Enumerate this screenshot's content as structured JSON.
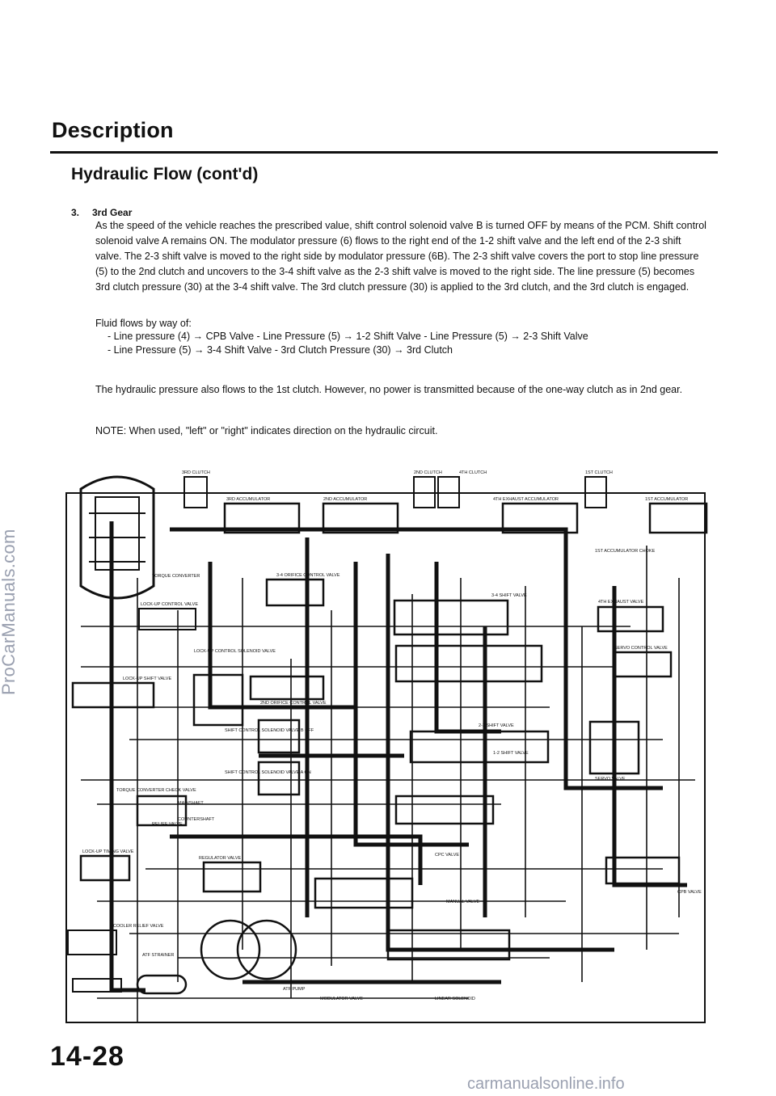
{
  "watermarks": {
    "side": "ProCarManuals.com",
    "bottom": "carmanualsonline.info"
  },
  "header": {
    "title": "Description",
    "subtitle": "Hydraulic Flow (cont'd)"
  },
  "section": {
    "number": "3.",
    "title": "3rd Gear"
  },
  "paragraph1": "As the speed of the vehicle reaches the prescribed value, shift control solenoid valve B is turned OFF by means of the PCM. Shift control solenoid valve A remains ON. The modulator pressure (6) flows to the right end of the 1-2 shift valve and the left end of the 2-3 shift valve. The 2-3 shift valve is moved to the right side by modulator pressure (6B). The 2-3 shift valve covers the port to stop line pressure (5) to the 2nd clutch and uncovers to the 3-4 shift valve as the 2-3 shift valve is moved to the right side. The line pressure (5) becomes 3rd clutch pressure (30) at the 3-4 shift valve. The 3rd clutch pressure (30) is applied to the 3rd clutch, and the 3rd clutch is engaged.",
  "fluid_label": "Fluid flows by way of:",
  "flow_lines": [
    "- Line pressure (4) → CPB Valve - Line Pressure (5) → 1-2 Shift Valve - Line Pressure (5) → 2-3 Shift Valve",
    "- Line Pressure (5) → 3-4 Shift Valve - 3rd Clutch Pressure (30) → 3rd Clutch"
  ],
  "paragraph2": "The hydraulic pressure also flows to the 1st clutch. However, no power is transmitted because of the one-way clutch as in 2nd gear.",
  "note": "NOTE: When used, \"left\" or \"right\" indicates direction on the hydraulic circuit.",
  "diagram_labels": {
    "third_clutch": "3RD CLUTCH",
    "third_accumulator": "3RD ACCUMULATOR",
    "second_clutch": "2ND CLUTCH",
    "fourth_clutch": "4TH CLUTCH",
    "second_accumulator": "2ND ACCUMULATOR",
    "fourth_exhaust_accumulator": "4TH EXHAUST ACCUMULATOR",
    "first_clutch": "1ST CLUTCH",
    "first_accumulator": "1ST ACCUMULATOR",
    "torque_converter": "TORQUE CONVERTER",
    "first_accumulator_choke": "1ST ACCUMULATOR CHOKE",
    "orifice_control_valve": "3-4 ORIFICE CONTROL VALVE",
    "shift_valve_34": "3-4 SHIFT VALVE",
    "fourth_exhaust_valve": "4TH EXHAUST VALVE",
    "lockup_control_valve": "LOCK-UP CONTROL VALVE",
    "lockup_control_solenoid": "LOCK-UP CONTROL SOLENOID VALVE",
    "servo_control_valve": "SERVO CONTROL VALVE",
    "lockup_shift_valve": "LOCK-UP SHIFT VALVE",
    "second_orifice_control": "2ND ORIFICE CONTROL VALVE",
    "shift_valve_23": "2-3 SHIFT VALVE",
    "shift_solenoid_b": "SHIFT CONTROL SOLENOID VALVE B OFF",
    "shift_solenoid_a": "SHIFT CONTROL SOLENOID VALVE A ON",
    "shift_valve_12": "1-2 SHIFT VALVE",
    "servo_valve": "SERVO VALVE",
    "tc_check_valve": "TORQUE CONVERTER CHECK VALVE",
    "mainshaft": "MAINSHAFT",
    "countershaft": "COUNTERSHAFT",
    "relief_valve": "RELIEF VALVE",
    "cpc_valve": "CPC VALVE",
    "lockup_timing_valve": "LOCK-UP TIMING VALVE",
    "regulator_valve": "REGULATOR VALVE",
    "manual_valve": "MANUAL VALVE",
    "cpb_valve": "CPB VALVE",
    "cooler_relief_valve": "COOLER RELIEF VALVE",
    "atf_strainer": "ATF STRAINER",
    "atf_pump": "ATF PUMP",
    "modulator_valve": "MODULATOR VALVE",
    "linear_solenoid": "LINEAR SOLENOID"
  },
  "page_number": "14-28"
}
